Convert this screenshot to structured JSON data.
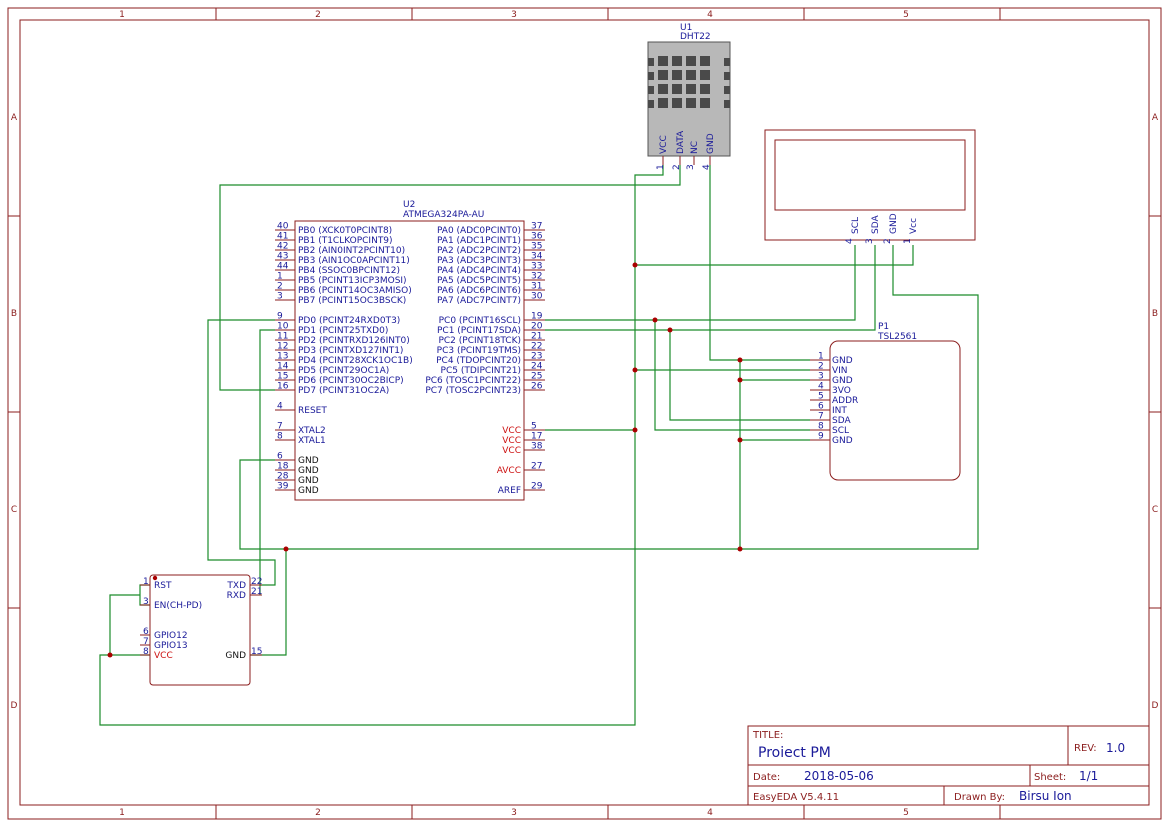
{
  "sheet": {
    "zones_top": [
      "1",
      "2",
      "3",
      "4",
      "5"
    ],
    "zones_side": [
      "A",
      "B",
      "C",
      "D"
    ]
  },
  "title_block": {
    "title_label": "TITLE:",
    "title": "Proiect PM",
    "rev_label": "REV:",
    "rev": "1.0",
    "date_label": "Date:",
    "date": "2018-05-06",
    "sheet_label": "Sheet:",
    "sheet": "1/1",
    "software": "EasyEDA V5.4.11",
    "drawn_by_label": "Drawn By:",
    "drawn_by": "Birsu Ion"
  },
  "components": {
    "u1": {
      "ref": "U1",
      "value": "DHT22",
      "pins": [
        {
          "num": "1",
          "name": "VCC"
        },
        {
          "num": "2",
          "name": "DATA"
        },
        {
          "num": "3",
          "name": "NC"
        },
        {
          "num": "4",
          "name": "GND"
        }
      ]
    },
    "lcd": {
      "pins": [
        {
          "num": "4",
          "name": "SCL"
        },
        {
          "num": "3",
          "name": "SDA"
        },
        {
          "num": "2",
          "name": "GND"
        },
        {
          "num": "1",
          "name": "Vcc"
        }
      ]
    },
    "u2": {
      "ref": "U2",
      "value": "ATMEGA324PA-AU",
      "left_pins": [
        {
          "num": "40",
          "name": "PB0 (XCK0T0PCINT8)"
        },
        {
          "num": "41",
          "name": "PB1 (T1CLKOPCINT9)"
        },
        {
          "num": "42",
          "name": "PB2 (AIN0INT2PCINT10)"
        },
        {
          "num": "43",
          "name": "PB3 (AIN1OC0APCINT11)"
        },
        {
          "num": "44",
          "name": "PB4 (SSOC0BPCINT12)"
        },
        {
          "num": "1",
          "name": "PB5 (PCINT13ICP3MOSI)"
        },
        {
          "num": "2",
          "name": "PB6 (PCINT14OC3AMISO)"
        },
        {
          "num": "3",
          "name": "PB7 (PCINT15OC3BSCK)"
        },
        {
          "num": "9",
          "name": "PD0 (PCINT24RXD0T3)"
        },
        {
          "num": "10",
          "name": "PD1 (PCINT25TXD0)"
        },
        {
          "num": "11",
          "name": "PD2 (PCINTRXD126INT0)"
        },
        {
          "num": "12",
          "name": "PD3 (PCINTXD127INT1)"
        },
        {
          "num": "13",
          "name": "PD4 (PCINT28XCK1OC1B)"
        },
        {
          "num": "14",
          "name": "PD5 (PCINT29OC1A)"
        },
        {
          "num": "15",
          "name": "PD6 (PCINT30OC2BICP)"
        },
        {
          "num": "16",
          "name": "PD7 (PCINT31OC2A)"
        },
        {
          "num": "4",
          "name": "RESET"
        },
        {
          "num": "7",
          "name": "XTAL2"
        },
        {
          "num": "8",
          "name": "XTAL1"
        },
        {
          "num": "6",
          "name": "GND"
        },
        {
          "num": "18",
          "name": "GND"
        },
        {
          "num": "28",
          "name": "GND"
        },
        {
          "num": "39",
          "name": "GND"
        }
      ],
      "right_pins": [
        {
          "num": "37",
          "name": "PA0 (ADC0PCINT0)"
        },
        {
          "num": "36",
          "name": "PA1 (ADC1PCINT1)"
        },
        {
          "num": "35",
          "name": "PA2 (ADC2PCINT2)"
        },
        {
          "num": "34",
          "name": "PA3 (ADC3PCINT3)"
        },
        {
          "num": "33",
          "name": "PA4 (ADC4PCINT4)"
        },
        {
          "num": "32",
          "name": "PA5 (ADC5PCINT5)"
        },
        {
          "num": "31",
          "name": "PA6 (ADC6PCINT6)"
        },
        {
          "num": "30",
          "name": "PA7 (ADC7PCINT7)"
        },
        {
          "num": "19",
          "name": "PC0 (PCINT16SCL)"
        },
        {
          "num": "20",
          "name": "PC1 (PCINT17SDA)"
        },
        {
          "num": "21",
          "name": "PC2 (PCINT18TCK)"
        },
        {
          "num": "22",
          "name": "PC3 (PCINT19TMS)"
        },
        {
          "num": "23",
          "name": "PC4 (TDOPCINT20)"
        },
        {
          "num": "24",
          "name": "PC5 (TDIPCINT21)"
        },
        {
          "num": "25",
          "name": "PC6 (TOSC1PCINT22)"
        },
        {
          "num": "26",
          "name": "PC7 (TOSC2PCINT23)"
        },
        {
          "num": "5",
          "name": "VCC"
        },
        {
          "num": "17",
          "name": "VCC"
        },
        {
          "num": "38",
          "name": "VCC"
        },
        {
          "num": "27",
          "name": "AVCC"
        },
        {
          "num": "29",
          "name": "AREF"
        }
      ]
    },
    "p1": {
      "ref": "P1",
      "value": "TSL2561",
      "pins": [
        {
          "num": "1",
          "name": "GND"
        },
        {
          "num": "2",
          "name": "VIN"
        },
        {
          "num": "3",
          "name": "GND"
        },
        {
          "num": "4",
          "name": "3VO"
        },
        {
          "num": "5",
          "name": "ADDR"
        },
        {
          "num": "6",
          "name": "INT"
        },
        {
          "num": "7",
          "name": "SDA"
        },
        {
          "num": "8",
          "name": "SCL"
        },
        {
          "num": "9",
          "name": "GND"
        }
      ]
    },
    "esp": {
      "left_pins": [
        {
          "num": "1",
          "name": "RST"
        },
        {
          "num": "3",
          "name": "EN(CH-PD)"
        },
        {
          "num": "6",
          "name": "GPIO12"
        },
        {
          "num": "7",
          "name": "GPIO13"
        },
        {
          "num": "8",
          "name": "VCC"
        }
      ],
      "right_pins": [
        {
          "num": "22",
          "name": "TXD"
        },
        {
          "num": "21",
          "name": "RXD"
        },
        {
          "num": "15",
          "name": "GND"
        }
      ]
    }
  }
}
